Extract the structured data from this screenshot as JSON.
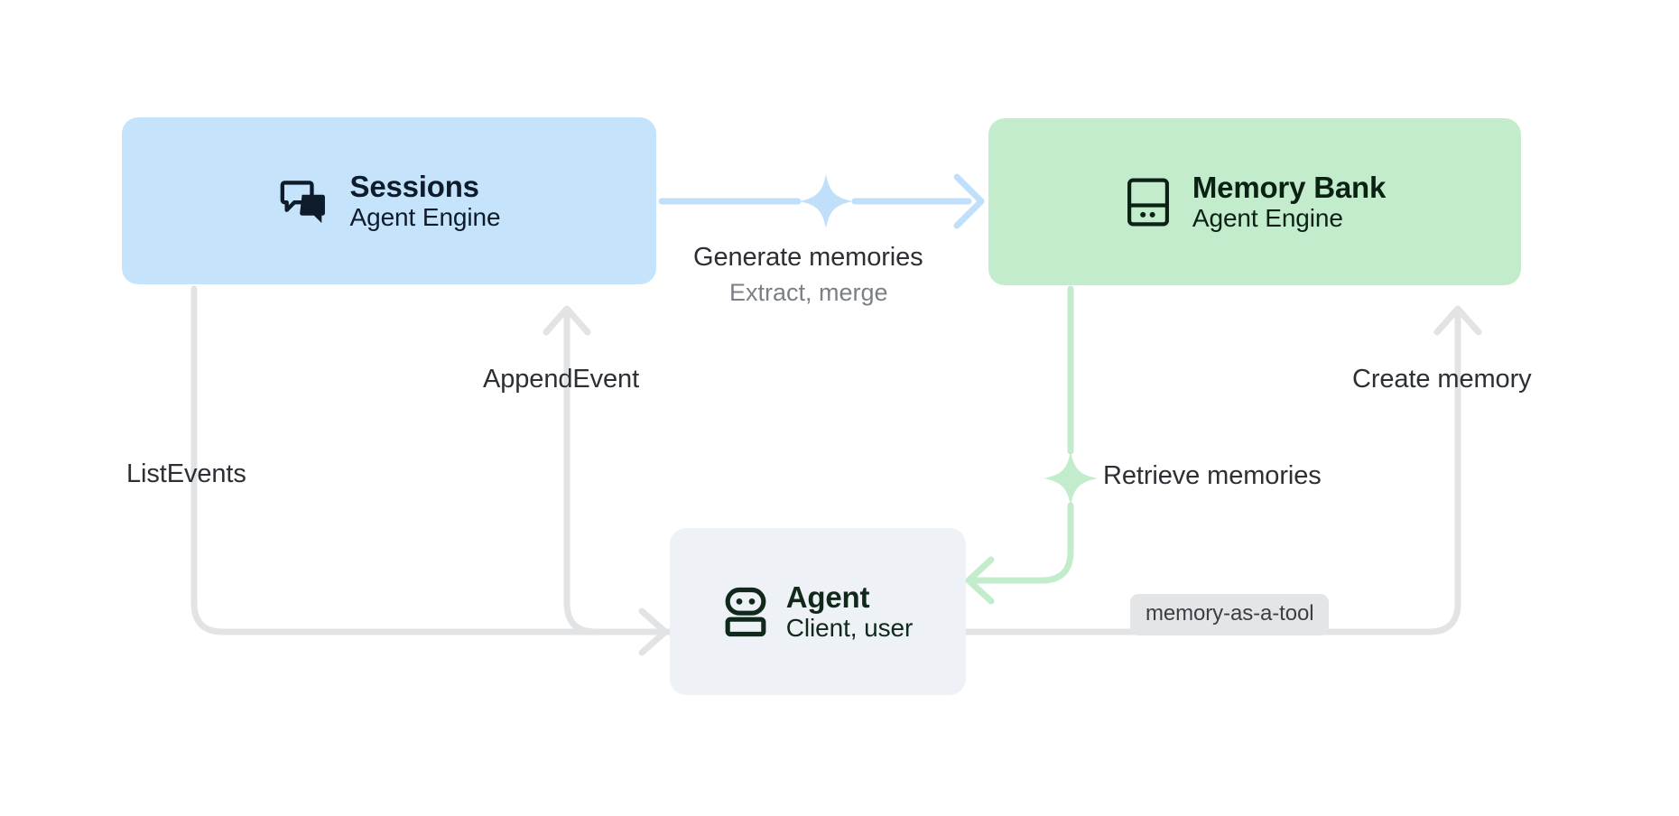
{
  "diagram": {
    "title": "Agent Engine Sessions and Memory Bank flow",
    "background": "#ffffff",
    "nodes": [
      {
        "id": "sessions",
        "title": "Sessions",
        "subtitle": "Agent Engine",
        "icon": "chat-bubbles-icon",
        "fill": "#c5e4fb",
        "text_color": "#0d1b2a"
      },
      {
        "id": "memory-bank",
        "title": "Memory Bank",
        "subtitle": "Agent Engine",
        "icon": "database-drive-icon",
        "fill": "#c3eccd",
        "text_color": "#0b2114"
      },
      {
        "id": "agent",
        "title": "Agent",
        "subtitle": "Client, user",
        "icon": "robot-icon",
        "fill": "#eef1f6",
        "text_color": "#10291b"
      }
    ],
    "edges": [
      {
        "id": "generate-memories",
        "from": "sessions",
        "to": "memory-bank",
        "label": "Generate memories",
        "sublabel": "Extract, merge",
        "color": "#bfdffb",
        "marker": "sparkle-icon"
      },
      {
        "id": "append-event",
        "from": "agent",
        "to": "sessions",
        "label": "AppendEvent",
        "color": "#e2e3e5",
        "marker": "none"
      },
      {
        "id": "list-events",
        "from": "sessions",
        "to": "agent",
        "label": "ListEvents",
        "color": "#e2e3e5",
        "marker": "none"
      },
      {
        "id": "retrieve-memories",
        "from": "memory-bank",
        "to": "agent",
        "label": "Retrieve memories",
        "color": "#c3eccd",
        "marker": "sparkle-icon"
      },
      {
        "id": "create-memory",
        "from": "agent",
        "to": "memory-bank",
        "label": "Create memory",
        "color": "#e2e3e5",
        "marker": "none",
        "chip": "memory-as-a-tool"
      }
    ],
    "chips": [
      {
        "id": "memory-as-a-tool",
        "label": "memory-as-a-tool",
        "fill": "#e4e5e7",
        "text_color": "#3b3f45"
      }
    ],
    "colors": {
      "sessions_fill": "#c5e4fb",
      "sessions_line": "#bfdffb",
      "memory_fill": "#c3eccd",
      "memory_line": "#c3eccd",
      "agent_fill": "#eef1f6",
      "neutral_line": "#e2e3e5",
      "label_text": "#2c2f33",
      "sublabel_text": "#7c8085",
      "chip_fill": "#e4e5e7"
    }
  }
}
